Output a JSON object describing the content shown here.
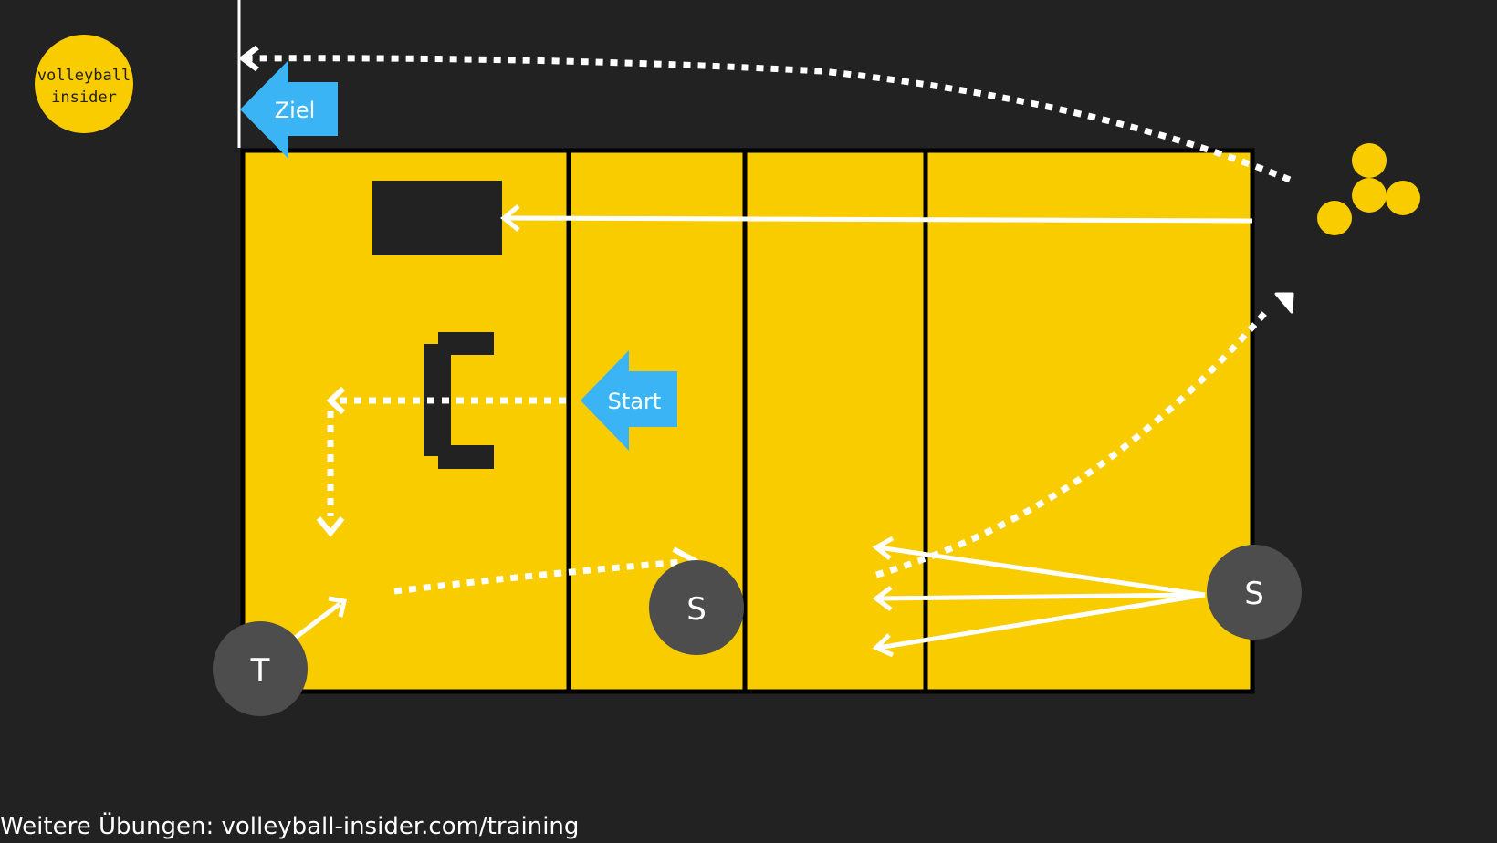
{
  "logo": {
    "line1": "volleyball",
    "line2": "insider"
  },
  "labels": {
    "start": "Start",
    "ziel": "Ziel"
  },
  "players": {
    "trainer": "T",
    "setter_front": "S",
    "setter_back": "S"
  },
  "footer": {
    "text": "Weitere Übungen: volleyball-insider.com/training"
  },
  "colors": {
    "background": "#222222",
    "court": "#f9cc00",
    "lines": "#000000",
    "obstacle": "#222222",
    "arrow": "#ffffff",
    "label_arrow": "#3bb4f5",
    "player": "#4d4d4d",
    "ball": "#f9cc00"
  },
  "icons": {
    "logo": "volleyball-insider-logo",
    "balls": "ball-cluster",
    "obstacle_box": "mat-box",
    "obstacle_bracket": "bracket-hurdle"
  }
}
